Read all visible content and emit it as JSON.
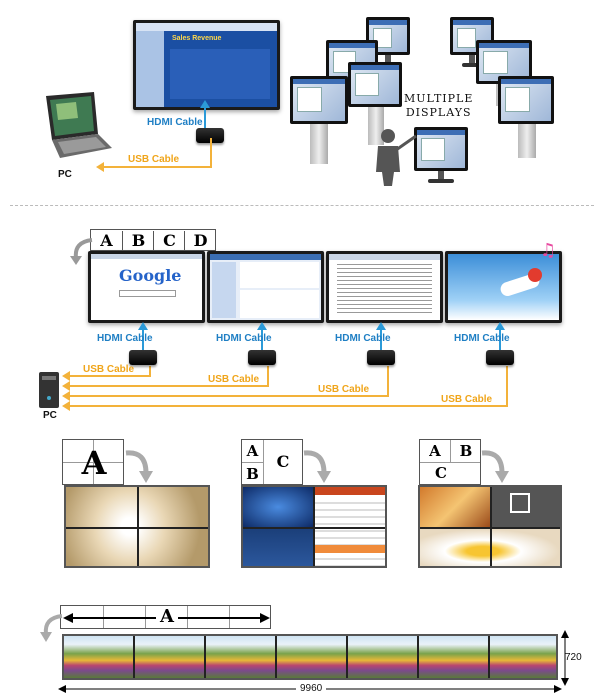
{
  "top_section": {
    "pc_label": "PC",
    "hdmi_label": "HDMI Cable",
    "usb_label": "USB Cable",
    "multiple_displays": "MULTIPLE\nDISPLAYS",
    "screen_title": "Sales Revenue"
  },
  "middle_section": {
    "letters": [
      "A",
      "B",
      "C",
      "D"
    ],
    "hdmi_labels": [
      "HDMI Cable",
      "HDMI Cable",
      "HDMI Cable",
      "HDMI Cable"
    ],
    "usb_labels": [
      "USB Cable",
      "USB Cable",
      "USB Cable",
      "USB Cable"
    ],
    "pc_label": "PC",
    "google_text": "Google"
  },
  "layouts": {
    "layout1": {
      "letters": [
        "A"
      ]
    },
    "layout2": {
      "letters": [
        "A",
        "B",
        "C"
      ]
    },
    "layout3": {
      "letters": [
        "A",
        "B",
        "C"
      ]
    }
  },
  "panorama": {
    "letter": "A",
    "width_label": "9960",
    "height_label": "720"
  },
  "colors": {
    "hdmi": "#1f7fc4",
    "usb": "#f0a51a"
  }
}
